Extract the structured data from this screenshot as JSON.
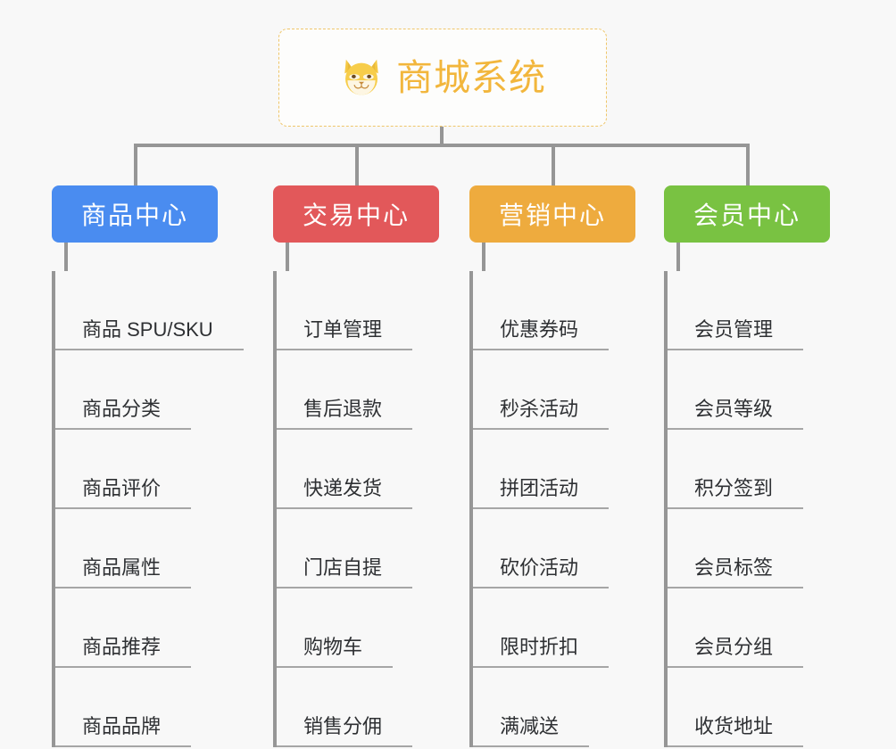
{
  "root": {
    "title": "商城系统",
    "icon": "shiba-dog-face-emoji",
    "border_color": "#efc66a",
    "title_color": "#f2b63c"
  },
  "connector_color": "#969696",
  "background_color": "#f8f8f8",
  "columns": [
    {
      "header": "商品中心",
      "color": "#4a8cf0",
      "items": [
        "商品 SPU/SKU",
        "商品分类",
        "商品评价",
        "商品属性",
        "商品推荐",
        "商品品牌"
      ]
    },
    {
      "header": "交易中心",
      "color": "#e2585a",
      "items": [
        "订单管理",
        "售后退款",
        "快递发货",
        "门店自提",
        "购物车",
        "销售分佣"
      ]
    },
    {
      "header": "营销中心",
      "color": "#eeab3e",
      "items": [
        "优惠券码",
        "秒杀活动",
        "拼团活动",
        "砍价活动",
        "限时折扣",
        "满减送"
      ]
    },
    {
      "header": "会员中心",
      "color": "#79c242",
      "items": [
        "会员管理",
        "会员等级",
        "积分签到",
        "会员标签",
        "会员分组",
        "收货地址"
      ]
    }
  ]
}
